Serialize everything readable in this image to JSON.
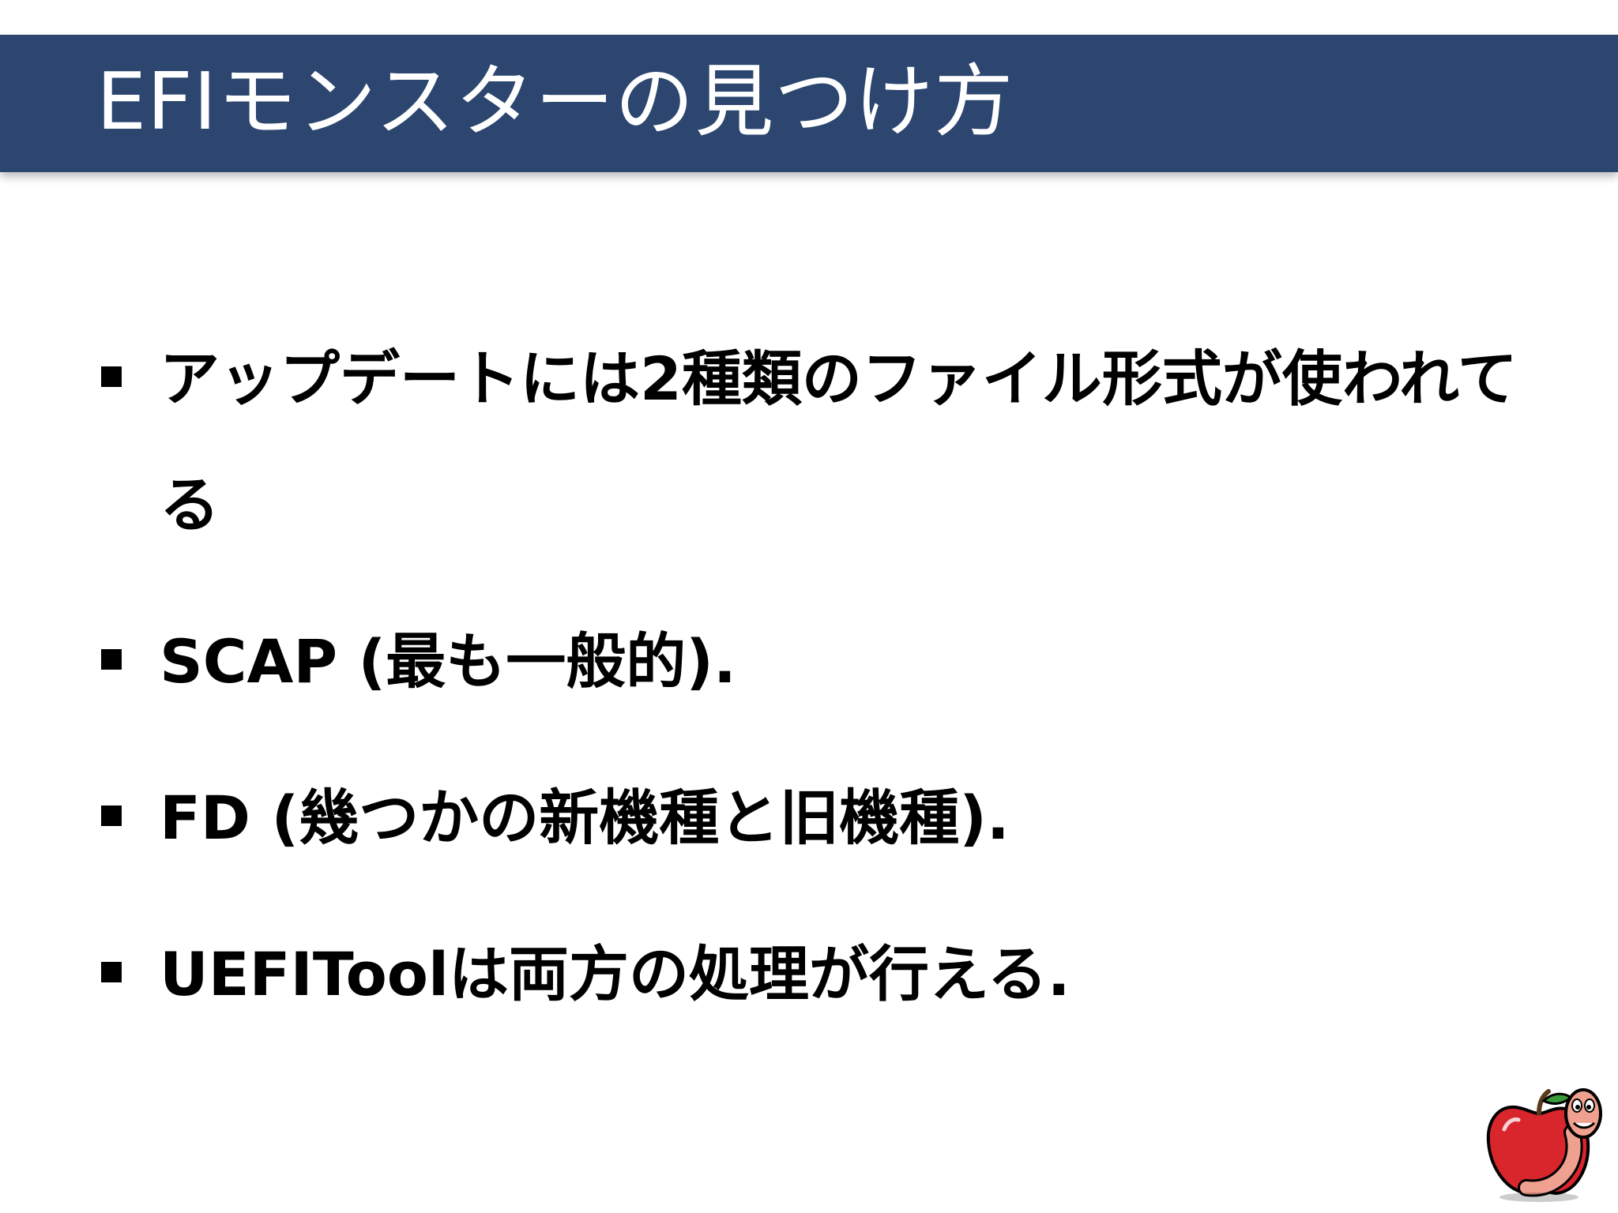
{
  "slide": {
    "title": "EFIモンスターの見つけ方",
    "bullets": [
      "アップデートには2種類のファイル形式が使われてる",
      "SCAP (最も一般的).",
      "FD (幾つかの新機種と旧機種).",
      "UEFIToolは両方の処理が行える."
    ]
  },
  "colors": {
    "title_bar": "#2c4670",
    "title_text": "#ffffff",
    "body_text": "#000000",
    "apple_red": "#d9262c",
    "worm_pink": "#f0a08e"
  },
  "icons": {
    "bullet": "square-bullet-icon",
    "logo": "apple-worm-logo-icon"
  }
}
